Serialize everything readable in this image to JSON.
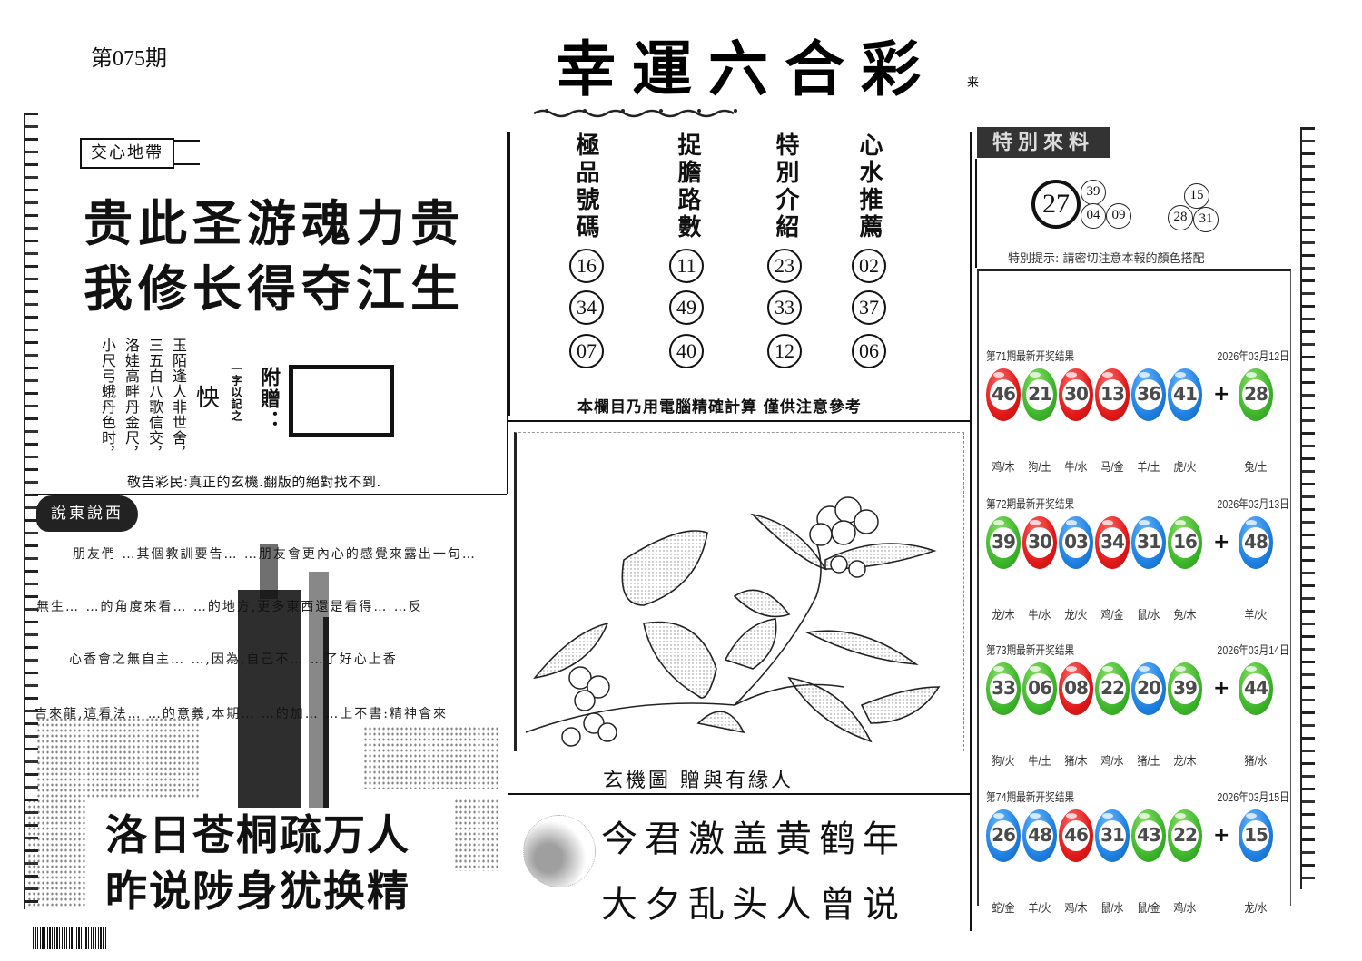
{
  "issue": "第075期",
  "masthead": {
    "title": "幸運六合彩",
    "sub": "来"
  },
  "left_panel": {
    "ribbon_label": "交心地帶",
    "poem_line1": "贵此圣游魂力贵",
    "poem_line2": "我修长得夺江生",
    "verse_columns": [
      "玉陌逢人非世舍，",
      "三五白八歌信交，",
      "洛娃高畔丹金尺，",
      "小尺弓蛾丹色时，"
    ],
    "riddle_char": "怏",
    "small_note": "一字以記之",
    "attach_label": "附贈：",
    "warning": "敬告彩民:真正的玄機.翻版的絕對找不到."
  },
  "story_panel": {
    "tag": "說東說西",
    "rows": [
      "朋友們   …其個教訓要告…   …朋友會更內心的感覺來露出一句…",
      "無生…   …的角度來看…   …的地方,更多東西還是看得…   …反",
      "心香會之無自主…   …,因為,自己不…   …了好心上香",
      "吉來龍,這看法…   …的意義,本期…   …的加…   …上不書:精神會來"
    ],
    "poem_line1": "洛日苍桐疏万人",
    "poem_line2": "昨说陟身犹换精"
  },
  "center_panel": {
    "columns": [
      {
        "header": "極品號碼",
        "numbers": [
          "16",
          "34",
          "07"
        ]
      },
      {
        "header": "捉膽路數",
        "numbers": [
          "11",
          "49",
          "40"
        ]
      },
      {
        "header": "特別介紹",
        "numbers": [
          "23",
          "33",
          "12"
        ]
      },
      {
        "header": "心水推薦",
        "numbers": [
          "02",
          "37",
          "06"
        ]
      }
    ],
    "note": "本欄目乃用電腦精確計算  僅供注意參考",
    "illustration_caption": "玄機圖  贈與有緣人",
    "poem_line1": "今君激盖黄鹤年",
    "poem_line2": "大夕乱头人曾说"
  },
  "special_panel": {
    "tag": "特別來料",
    "main_number": "27",
    "group1": [
      "39",
      "04",
      "09"
    ],
    "group2": [
      "15",
      "28",
      "31"
    ],
    "hint": "特別提示: 請密切注意本報的顏色搭配"
  },
  "colors": {
    "red": "#e01818",
    "green": "#3cb52a",
    "blue": "#1e7fe0",
    "number_text": "#4a4a4a"
  },
  "results": [
    {
      "title": "第71期最新开奖结果",
      "date": "2026年03月12日",
      "balls": [
        {
          "n": "46",
          "color": "red",
          "zodiac": "鸡/木"
        },
        {
          "n": "21",
          "color": "green",
          "zodiac": "狗/土"
        },
        {
          "n": "30",
          "color": "red",
          "zodiac": "牛/水"
        },
        {
          "n": "13",
          "color": "red",
          "zodiac": "马/金"
        },
        {
          "n": "36",
          "color": "blue",
          "zodiac": "羊/土"
        },
        {
          "n": "41",
          "color": "blue",
          "zodiac": "虎/火"
        }
      ],
      "special": {
        "n": "28",
        "color": "green",
        "zodiac": "兔/土"
      }
    },
    {
      "title": "第72期最新开奖结果",
      "date": "2026年03月13日",
      "balls": [
        {
          "n": "39",
          "color": "green",
          "zodiac": "龙/木"
        },
        {
          "n": "30",
          "color": "red",
          "zodiac": "牛/水"
        },
        {
          "n": "03",
          "color": "blue",
          "zodiac": "龙/火"
        },
        {
          "n": "34",
          "color": "red",
          "zodiac": "鸡/金"
        },
        {
          "n": "31",
          "color": "blue",
          "zodiac": "鼠/水"
        },
        {
          "n": "16",
          "color": "green",
          "zodiac": "兔/木"
        }
      ],
      "special": {
        "n": "48",
        "color": "blue",
        "zodiac": "羊/火"
      }
    },
    {
      "title": "第73期最新开奖结果",
      "date": "2026年03月14日",
      "balls": [
        {
          "n": "33",
          "color": "green",
          "zodiac": "狗/火"
        },
        {
          "n": "06",
          "color": "green",
          "zodiac": "牛/土"
        },
        {
          "n": "08",
          "color": "red",
          "zodiac": "猪/木"
        },
        {
          "n": "22",
          "color": "green",
          "zodiac": "鸡/水"
        },
        {
          "n": "20",
          "color": "blue",
          "zodiac": "猪/土"
        },
        {
          "n": "39",
          "color": "green",
          "zodiac": "龙/木"
        }
      ],
      "special": {
        "n": "44",
        "color": "green",
        "zodiac": "猪/水"
      }
    },
    {
      "title": "第74期最新开奖结果",
      "date": "2026年03月15日",
      "balls": [
        {
          "n": "26",
          "color": "blue",
          "zodiac": "蛇/金"
        },
        {
          "n": "48",
          "color": "blue",
          "zodiac": "羊/火"
        },
        {
          "n": "46",
          "color": "red",
          "zodiac": "鸡/木"
        },
        {
          "n": "31",
          "color": "blue",
          "zodiac": "鼠/水"
        },
        {
          "n": "43",
          "color": "green",
          "zodiac": "鼠/金"
        },
        {
          "n": "22",
          "color": "green",
          "zodiac": "鸡/水"
        }
      ],
      "special": {
        "n": "15",
        "color": "blue",
        "zodiac": "龙/水"
      }
    }
  ],
  "plus_sign": "+"
}
